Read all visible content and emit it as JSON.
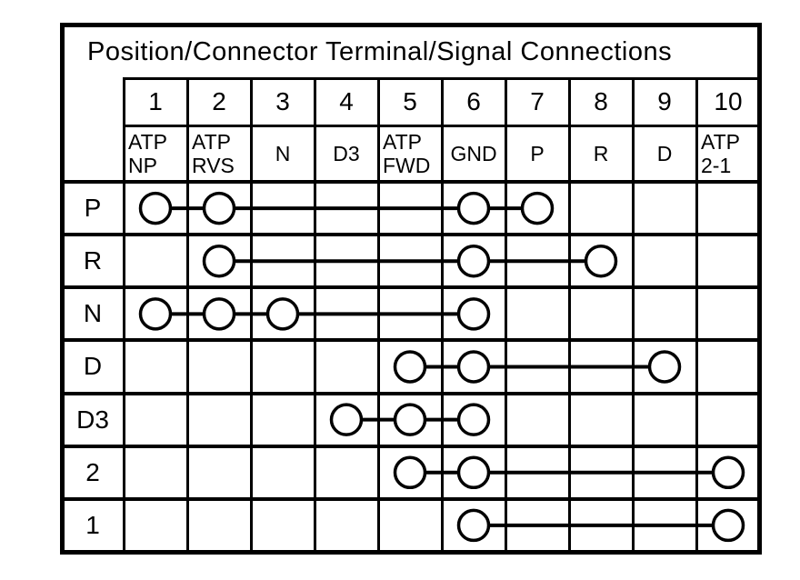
{
  "title": "Position/Connector Terminal/Signal Connections",
  "columns": [
    {
      "number": "1",
      "signal_lines": [
        "ATP",
        "NP"
      ]
    },
    {
      "number": "2",
      "signal_lines": [
        "ATP",
        "RVS"
      ]
    },
    {
      "number": "3",
      "signal_lines": [
        "N"
      ]
    },
    {
      "number": "4",
      "signal_lines": [
        "D3"
      ]
    },
    {
      "number": "5",
      "signal_lines": [
        "ATP",
        "FWD"
      ]
    },
    {
      "number": "6",
      "signal_lines": [
        "GND"
      ]
    },
    {
      "number": "7",
      "signal_lines": [
        "P"
      ]
    },
    {
      "number": "8",
      "signal_lines": [
        "R"
      ]
    },
    {
      "number": "9",
      "signal_lines": [
        "D"
      ]
    },
    {
      "number": "10",
      "signal_lines": [
        "ATP",
        "2-1"
      ]
    }
  ],
  "rows": [
    {
      "label": "P",
      "connected_terminals": [
        1,
        2,
        6,
        7
      ]
    },
    {
      "label": "R",
      "connected_terminals": [
        2,
        6,
        8
      ]
    },
    {
      "label": "N",
      "connected_terminals": [
        1,
        2,
        3,
        6
      ]
    },
    {
      "label": "D",
      "connected_terminals": [
        5,
        6,
        9
      ]
    },
    {
      "label": "D3",
      "connected_terminals": [
        4,
        5,
        6
      ]
    },
    {
      "label": "2",
      "connected_terminals": [
        5,
        6,
        10
      ]
    },
    {
      "label": "1",
      "connected_terminals": [
        6,
        10
      ]
    }
  ],
  "colors": {
    "ink": "#000000",
    "background": "#ffffff"
  }
}
